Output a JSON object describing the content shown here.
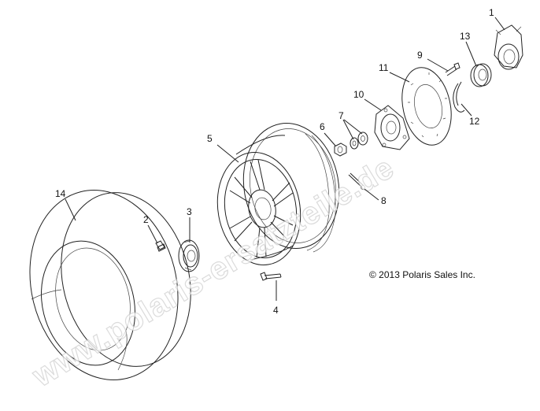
{
  "diagram": {
    "callouts": [
      "1",
      "2",
      "3",
      "4",
      "5",
      "6",
      "7",
      "8",
      "9",
      "10",
      "11",
      "12",
      "13",
      "14"
    ],
    "copyright": "© 2013 Polaris Sales Inc.",
    "watermark": "www.polaris-ersatzteile.de"
  },
  "parts": [
    {
      "callout": "14",
      "icon": "tire-icon"
    },
    {
      "callout": "2",
      "icon": "valve-stem-icon"
    },
    {
      "callout": "3",
      "icon": "hub-cap-icon"
    },
    {
      "callout": "4",
      "icon": "wheel-stud-icon"
    },
    {
      "callout": "5",
      "icon": "wheel-rim-icon"
    },
    {
      "callout": "6",
      "icon": "hub-nut-icon"
    },
    {
      "callout": "7",
      "icon": "washer-icon"
    },
    {
      "callout": "8",
      "icon": "cotter-pin-icon"
    },
    {
      "callout": "9",
      "icon": "bolt-icon"
    },
    {
      "callout": "10",
      "icon": "wheel-hub-icon"
    },
    {
      "callout": "11",
      "icon": "brake-disc-icon"
    },
    {
      "callout": "12",
      "icon": "retaining-ring-icon"
    },
    {
      "callout": "13",
      "icon": "bearing-icon"
    },
    {
      "callout": "1",
      "icon": "bearing-carrier-icon"
    }
  ]
}
